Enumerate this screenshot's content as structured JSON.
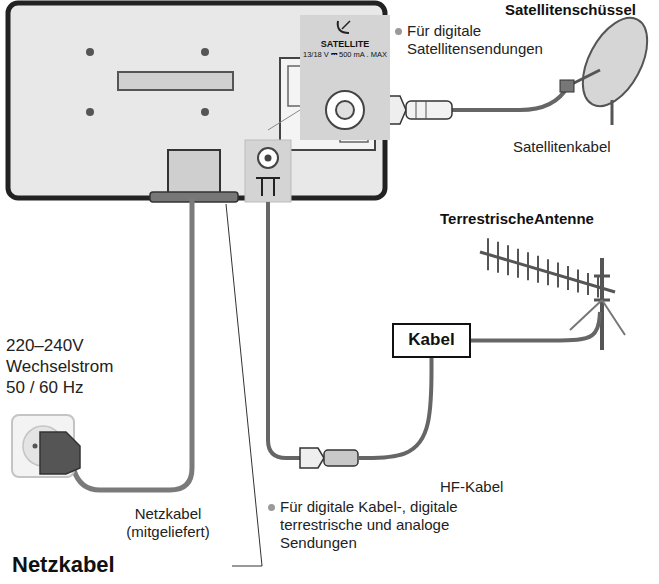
{
  "diagram": {
    "nodes": [
      {
        "text": [
          "SATELLITE",
          "13/18 V ⎓ 500 mA . MAX"
        ]
      },
      {
        "text": [
          "Kabel"
        ]
      }
    ],
    "labels": [
      "Satellitenschüssel",
      "Für digitale Satellitensendungen",
      "Satellitenkabel",
      "TerrestrischeAntenne",
      "220–240V Wechselstrom 50 / 60 Hz",
      "Netzkabel (mitgeliefert)",
      "HF-Kabel",
      "Für digitale Kabel-, digitale terrestrische und analoge Sendungen",
      "Netzkabel"
    ]
  }
}
